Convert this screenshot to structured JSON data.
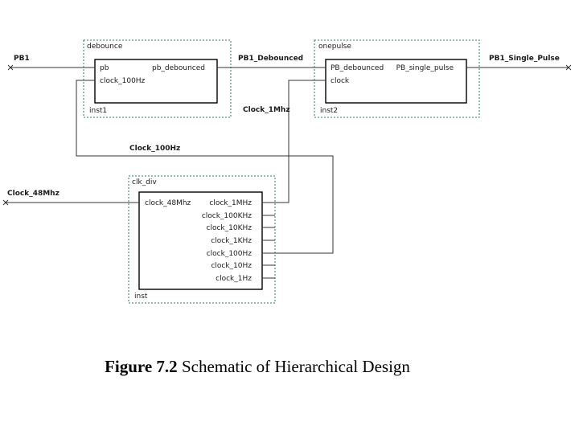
{
  "modules": {
    "debounce": {
      "type_label": "debounce",
      "instance": "inst1",
      "ports": {
        "pb": "pb",
        "pb_debounced": "pb_debounced",
        "clock": "clock_100Hz"
      }
    },
    "onepulse": {
      "type_label": "onepulse",
      "instance": "inst2",
      "ports": {
        "pb_debounced": "PB_debounced",
        "pb_single_pulse": "PB_single_pulse",
        "clock": "clock"
      }
    },
    "clk_div": {
      "type_label": "clk_div",
      "instance": "inst",
      "ports": {
        "clock_48mhz": "clock_48Mhz",
        "clock_1mhz": "clock_1MHz",
        "clock_100khz": "clock_100KHz",
        "clock_10khz": "clock_10KHz",
        "clock_1khz": "clock_1KHz",
        "clock_100hz": "clock_100Hz",
        "clock_10hz": "clock_10Hz",
        "clock_1hz": "clock_1Hz"
      }
    }
  },
  "nets": {
    "pb1": "PB1",
    "pb1_debounced": "PB1_Debounced",
    "pb1_single_pulse": "PB1_Single_Pulse",
    "clock_1mhz": "Clock_1Mhz",
    "clock_100hz": "Clock_100Hz",
    "clock_48mhz": "Clock_48Mhz"
  },
  "caption": {
    "number": "Figure 7.2",
    "text": "Schematic of Hierarchical Design"
  },
  "colors": {
    "wire": "#333333",
    "frame": "#2e7d6b",
    "box": "#000000"
  }
}
